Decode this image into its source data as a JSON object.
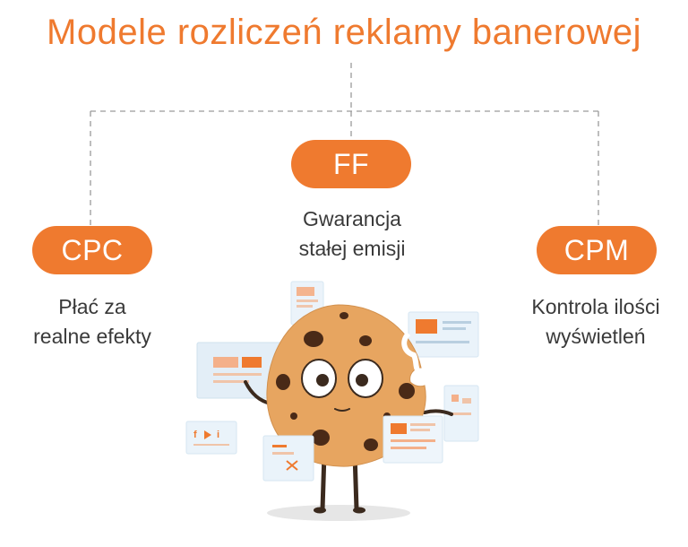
{
  "title": "Modele rozliczeń reklamy banerowej",
  "colors": {
    "accent": "#ef7a2f",
    "text": "#3a3a3a",
    "connector": "#9a9a9a"
  },
  "models": [
    {
      "label": "CPC",
      "description": [
        "Płać za",
        "realne efekty"
      ]
    },
    {
      "label": "FF",
      "description": [
        "Gwarancja",
        "stałej emisji"
      ]
    },
    {
      "label": "CPM",
      "description": [
        "Kontrola ilości",
        "wyświetleń"
      ]
    }
  ],
  "illustration": {
    "subject": "cookie-mascot-with-banner-ads"
  }
}
